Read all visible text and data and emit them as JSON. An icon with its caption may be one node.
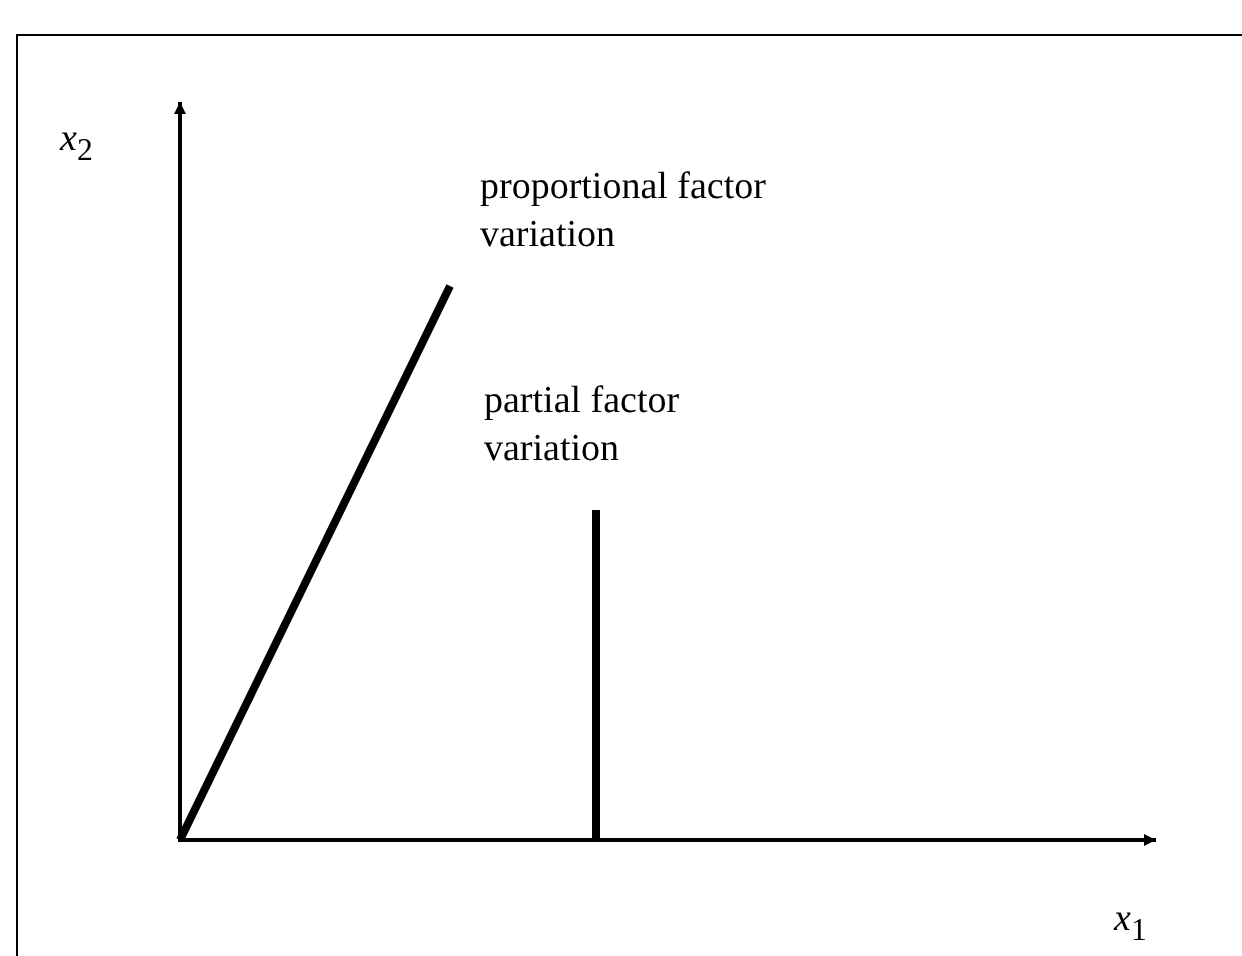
{
  "diagram": {
    "labels": [
      "*x*$_{2}$",
      "proportional factor variation",
      "partial factor variation",
      "*x*$_{1}$"
    ]
  }
}
